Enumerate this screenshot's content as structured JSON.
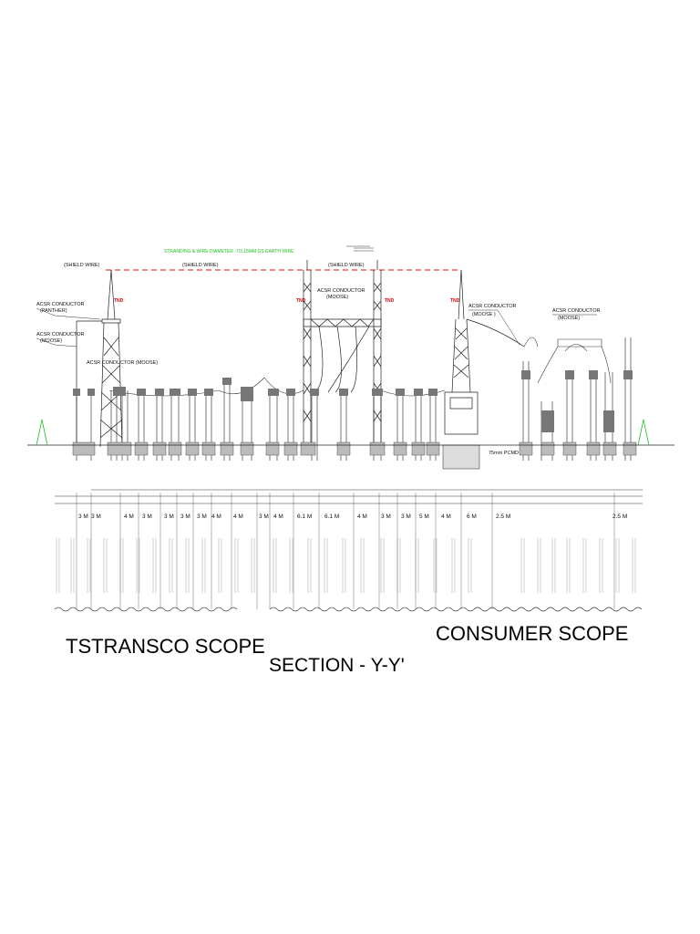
{
  "drawing": {
    "top_note": "STRANDING & WIRE DIAMETER -7/3.15MM GS EARTH WIRE",
    "shield_wire_labels": [
      "(SHIELD WIRE)",
      "(SHIELD WIRE)",
      "(SHIELD WIRE)"
    ],
    "conductor_labels": [
      {
        "line1": "ACSR CONDUCTOR",
        "line2": "(PANTHER)"
      },
      {
        "line1": "ACSR CONDUCTOR",
        "line2": "(MOOSE)"
      },
      {
        "line1": "ACSR CONDUCTOR (MOOSE)",
        "line2": ""
      },
      {
        "line1": "ACSR CONDUCTOR",
        "line2": "(MOOSE)"
      },
      {
        "line1": "ACSR CONDUCTOR",
        "line2": "(MOOSE )"
      },
      {
        "line1": "ACSR CONDUCTOR",
        "line2": "(MOOSE)"
      }
    ],
    "tnd_tags": [
      "TND",
      "TND",
      "TND",
      "TND"
    ],
    "gravel_label": "75mm PCMD",
    "dimensions": [
      "3 M",
      "3 M",
      "4 M",
      "3 M",
      "3 M",
      "3 M",
      "3 M",
      "4 M",
      "4 M",
      "3 M",
      "4 M",
      "6.1 M",
      "6.1 M",
      "4 M",
      "3 M",
      "3 M",
      "5 M",
      "4 M",
      "6 M",
      "2.5 M"
    ],
    "scope_left": "TSTRANSCO SCOPE",
    "scope_right": "CONSUMER SCOPE",
    "section_title": "SECTION - Y-Y'"
  }
}
